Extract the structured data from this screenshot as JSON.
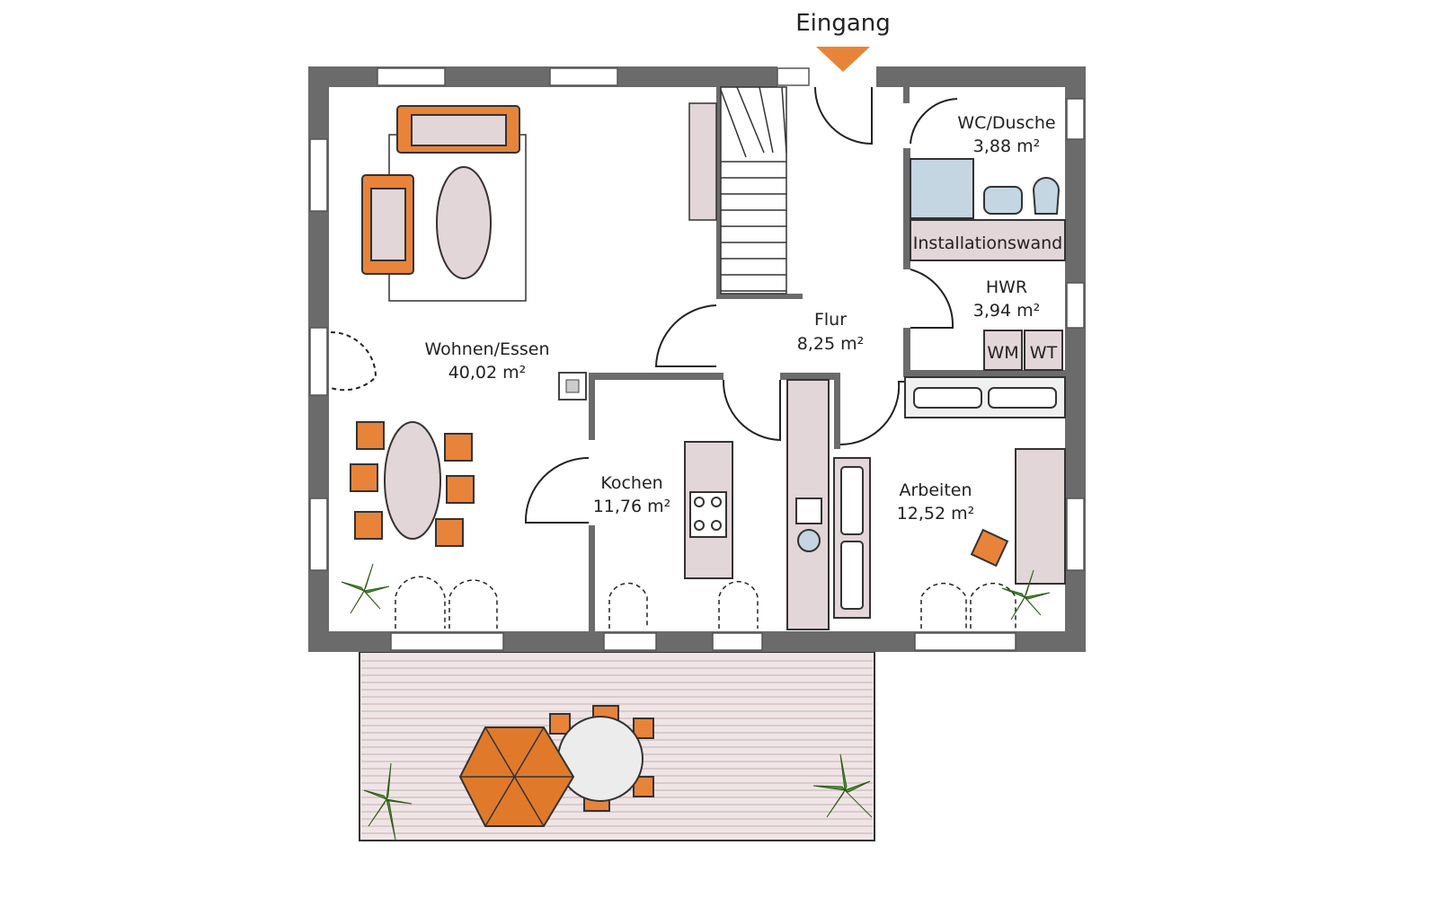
{
  "entrance": {
    "label": "Eingang"
  },
  "rooms": [
    {
      "name": "Wohnen/Essen",
      "area": "40,02 m²"
    },
    {
      "name": "Flur",
      "area": "8,25 m²"
    },
    {
      "name": "WC/Dusche",
      "area": "3,88 m²"
    },
    {
      "name": "HWR",
      "area": "3,94 m²"
    },
    {
      "name": "Kochen",
      "area": "11,76 m²"
    },
    {
      "name": "Arbeiten",
      "area": "12,52 m²"
    }
  ],
  "fixtures": {
    "installation_wall": "Installationswand",
    "washer": "WM",
    "dryer": "WT"
  },
  "colors": {
    "wall": "#6b6b6b",
    "accent": "#e8833a",
    "floor_path": "#e4e4e4",
    "furniture": "#e3d6d8",
    "bath": "#c4d6e2",
    "plant": "#4f9a2e"
  }
}
